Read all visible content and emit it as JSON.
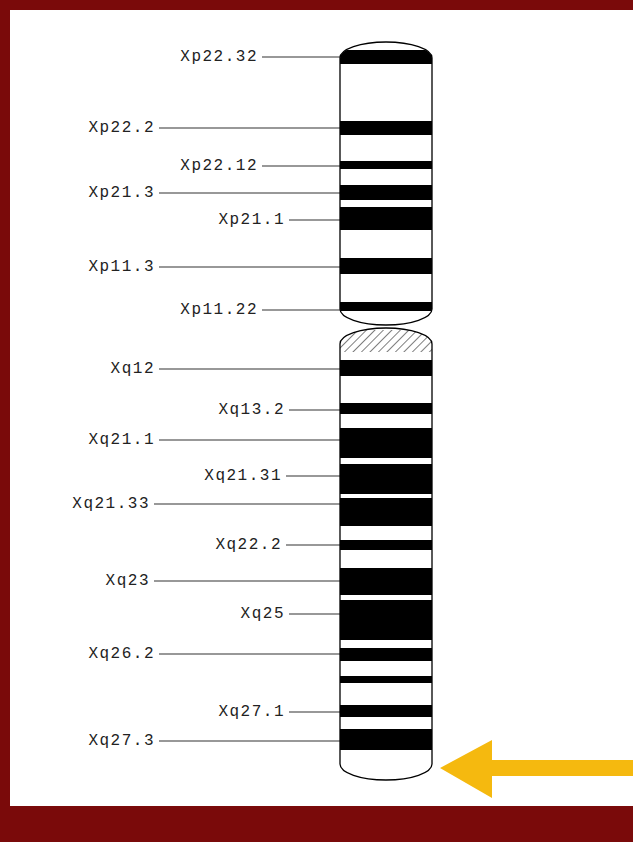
{
  "diagram": {
    "labels": [
      "Xp22.32",
      "Xp22.2",
      "Xp22.12",
      "Xp21.3",
      "Xp21.1",
      "Xp11.3",
      "Xp11.22",
      "Xq12",
      "Xq13.2",
      "Xq21.1",
      "Xq21.31",
      "Xq21.33",
      "Xq22.2",
      "Xq23",
      "Xq25",
      "Xq26.2",
      "Xq27.1",
      "Xq27.3"
    ]
  }
}
